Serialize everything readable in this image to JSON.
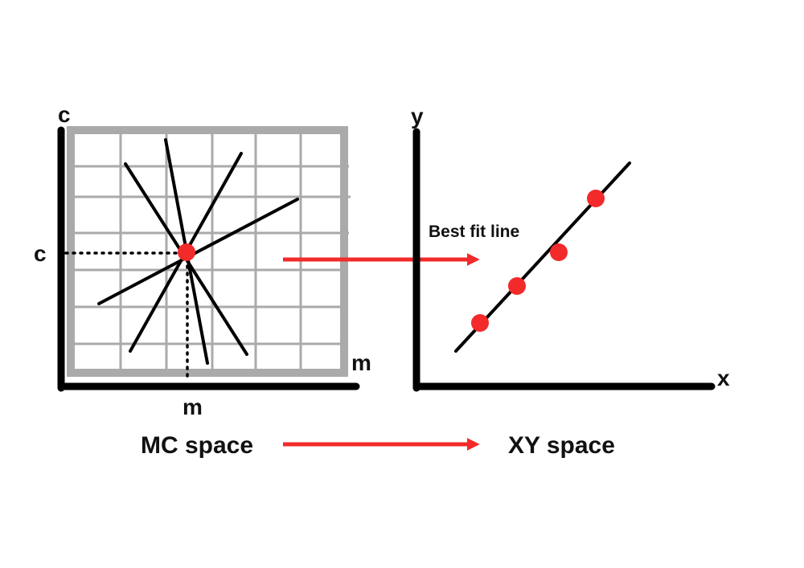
{
  "colors": {
    "ink": "#000000",
    "grid": "#aaaaaa",
    "accent": "#f22a2a"
  },
  "mc_panel": {
    "axis_top_label": "c",
    "axis_right_label": "m",
    "point_left_label": "c",
    "point_bottom_label": "m",
    "caption": "MC space"
  },
  "xy_panel": {
    "y_axis_label": "y",
    "x_axis_label": "x",
    "line_annotation": "Best fit line",
    "caption": "XY space"
  }
}
